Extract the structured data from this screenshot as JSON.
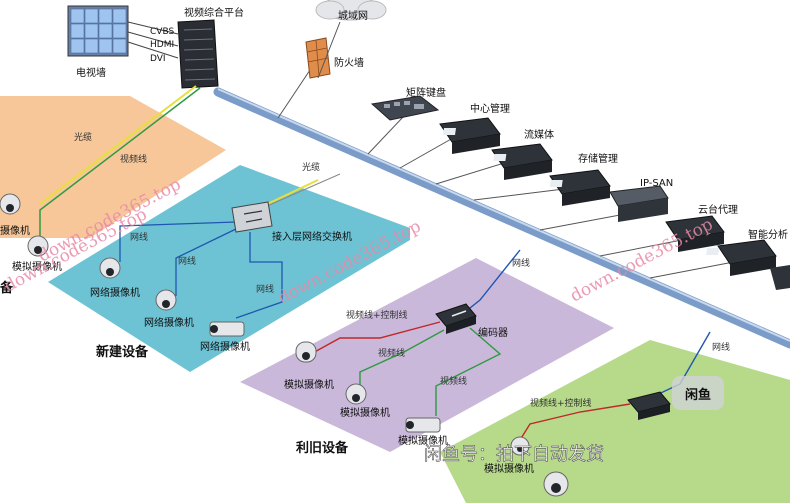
{
  "diagram": {
    "top": {
      "tv_wall": "电视墙",
      "video_platform": "视频综合平台",
      "ports": [
        "CVBS",
        "HDMI",
        "DVI"
      ],
      "wan": "城域网",
      "firewall": "防火墙"
    },
    "servers": [
      "矩阵键盘",
      "中心管理",
      "流媒体",
      "存储管理",
      "IP-SAN",
      "云台代理",
      "智能分析"
    ],
    "left_zone": {
      "fiber": "光缆",
      "video_line": "视频线",
      "camera_1": "摄像机",
      "camera_2": "模拟摄像机",
      "cut_label": "备"
    },
    "new_zone": {
      "fiber": "光缆",
      "switch": "接入层网络交换机",
      "net_line_1": "网线",
      "net_line_2": "网线",
      "net_line_3": "网线",
      "camera_1": "网络摄像机",
      "camera_2": "网络摄像机",
      "camera_3": "网络摄像机",
      "title": "新建设备"
    },
    "old_zone": {
      "net_line": "网线",
      "line_ctrl": "视频线+控制线",
      "encoder": "编码器",
      "video_1": "视频线",
      "video_2": "视频线",
      "camera_1": "模拟摄像机",
      "camera_2": "模拟摄像机",
      "camera_3": "模拟摄像机",
      "title": "利旧设备"
    },
    "green_zone": {
      "net_line": "网线",
      "line_ctrl": "视频线+控制线",
      "camera": "模拟摄像机"
    },
    "watermarks": [
      "down.code365.top",
      "down.code365.top",
      "down.code365.top",
      "down.code365.top"
    ],
    "overlay": {
      "app_badge": "闲鱼",
      "caption": "闲鱼号：拍下自动发货"
    },
    "colors": {
      "backbone": "#7b9cc8",
      "zone_orange": "#f6c18e",
      "zone_cyan": "#6dc3d4",
      "zone_purple": "#c9b8da",
      "zone_green": "#b6d98a",
      "fiber_line": "#e6e03c",
      "video_line": "#2f9a40",
      "net_line": "#1f56b0",
      "ctrl_line": "#c0282a"
    }
  }
}
